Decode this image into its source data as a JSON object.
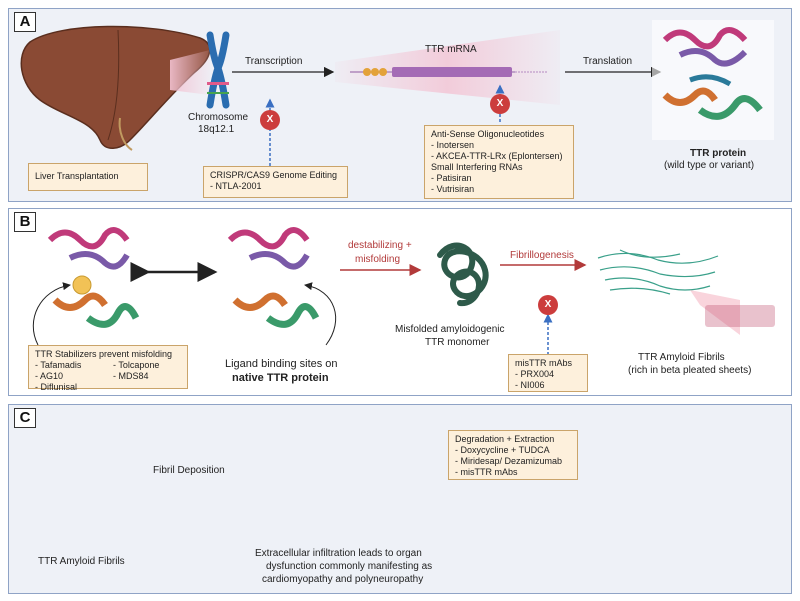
{
  "panel_a": {
    "label": "A",
    "transcription": "Transcription",
    "chromosome": "Chromosome",
    "chromosome_locus": "18q12.1",
    "mrna_title": "TTR mRNA",
    "translation": "Translation",
    "protein_title": "TTR protein",
    "protein_subtitle": "(wild type or variant)",
    "liver_transplant": "Liver Transplantation",
    "crispr": {
      "title": "CRISPR/CAS9 Genome Editing",
      "items": [
        "- NTLA-2001"
      ]
    },
    "aso": {
      "lines": [
        "Anti-Sense Oligonucleotides",
        "- Inotersen",
        "- AKCEA-TTR-LRx (Eplontersen)",
        "Small Interfering RNAs",
        "- Patisiran",
        "- Vutrisiran"
      ]
    },
    "x_mark": "X"
  },
  "panel_b": {
    "label": "B",
    "destab_line1": "destabilizing +",
    "destab_line2": "misfolding",
    "fibrillogenesis": "Fibrillogenesis",
    "misfolded_line1": "Misfolded amyloidogenic",
    "misfolded_line2": "TTR monomer",
    "fibrils_line1": "TTR Amyloid Fibrils",
    "fibrils_line2": "(rich in beta pleated sheets)",
    "ligand_line1": "Ligand binding sites on",
    "ligand_line2": "native TTR protein",
    "stabilizers": {
      "title": "TTR Stabilizers prevent misfolding",
      "col1": [
        "- Tafamadis",
        "- AG10",
        "- Diflunisal"
      ],
      "col2": [
        "- Tolcapone",
        "- MDS84"
      ]
    },
    "mabs": {
      "title": "misTTR mAbs",
      "items": [
        "- PRX004",
        "- NI006"
      ]
    },
    "x_mark": "X"
  },
  "panel_c": {
    "label": "C",
    "fibril_deposition": "Fibril Deposition",
    "fibrils": "TTR Amyloid Fibrils",
    "infiltration": [
      "Extracellular infiltration leads to organ",
      "dysfunction commonly manifesting as",
      "cardiomyopathy and polyneuropathy"
    ],
    "degradation": {
      "title": "Degradation + Extraction",
      "items": [
        "- Doxycycline + TUDCA",
        "- Miridesap/ Dezamizumab",
        "- misTTR mAbs"
      ]
    }
  },
  "colors": {
    "panel_border": "#8fa3c6",
    "panel_bg": "#eef1f7",
    "box_bg": "#fdf0dc",
    "inhibit_red": "#cc3d3d",
    "arrow_red": "#b23a3a",
    "arrow_green": "#3f7a2a"
  }
}
